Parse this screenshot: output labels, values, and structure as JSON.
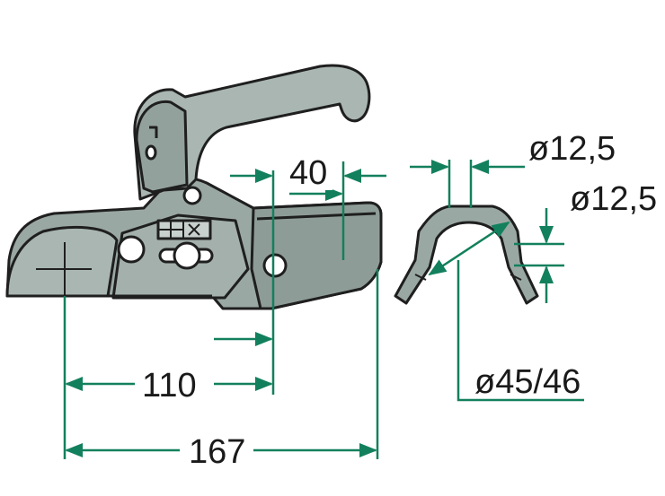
{
  "colors": {
    "background": "#ffffff",
    "body_fill": "#9aa8a3",
    "body_fill_dark": "#7f8d88",
    "outline": "#1f1f1f",
    "dimension_line": "#13805d"
  },
  "dimensions": {
    "width_top": "40",
    "ball_to_hole": "110",
    "overall_length": "167",
    "hole_diameter_1": "ø12,5",
    "hole_diameter_2": "ø12,5",
    "drawbar_diameter": "ø45/46"
  }
}
